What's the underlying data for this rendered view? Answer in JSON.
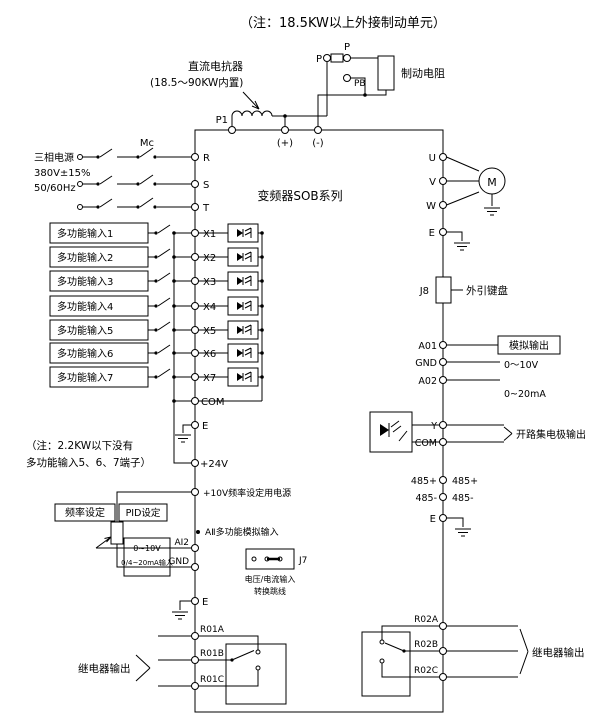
{
  "notes": {
    "top": "（注：18.5KW以上外接制动单元）",
    "io_note_1": "（注：2.2KW以下没有",
    "io_note_2": "多功能输入5、6、7端子）"
  },
  "inverter": {
    "title": "变频器SOB系列"
  },
  "top_section": {
    "dc_reactor_1": "直流电抗器",
    "dc_reactor_2": "(18.5～90KW内置)",
    "p_left": "P",
    "p_right": "P",
    "pb": "PB",
    "brake_resistor": "制动电阻",
    "p1": "P1",
    "plus": "(+)",
    "minus": "(-)"
  },
  "power_input": {
    "line1": "三相电源",
    "line2": "380V±15%",
    "line3": "50/60Hz",
    "contactor": "Mc",
    "r": "R",
    "s": "S",
    "t": "T"
  },
  "digital_inputs": {
    "labels": [
      "多功能输入1",
      "多功能输入2",
      "多功能输入3",
      "多功能输入4",
      "多功能输入5",
      "多功能输入6",
      "多功能输入7"
    ],
    "terminals": [
      "X1",
      "X2",
      "X3",
      "X4",
      "X5",
      "X6",
      "X7"
    ],
    "com": "COM",
    "e": "E",
    "p24": "+24V"
  },
  "analog_input": {
    "p10v": "+10V频率设定用电源",
    "freq_box": "频率设定",
    "pid_box": "PID设定",
    "aii": "AⅡ多功能模拟输入",
    "ai2": "AI2",
    "gnd": "GND",
    "range1": "0~10V",
    "range2": "0/4~20mA输入",
    "j7": "J7",
    "jumper_note_1": "电压/电流输入",
    "jumper_note_2": "转换跳线",
    "e": "E"
  },
  "relay1": {
    "a": "R01A",
    "b": "R01B",
    "c": "R01C",
    "label": "继电器输出"
  },
  "motor_output": {
    "u": "U",
    "v": "V",
    "w": "W",
    "motor": "M",
    "e": "E"
  },
  "keypad": {
    "j8": "J8",
    "label": "外引键盘"
  },
  "analog_output": {
    "a01": "A01",
    "gnd": "GND",
    "a02": "A02",
    "label": "模拟输出",
    "range1": "0～10V",
    "range2": "0~20mA"
  },
  "open_collector": {
    "y": "Y",
    "com": "COM",
    "label": "开路集电极输出"
  },
  "rs485": {
    "pos_in": "485+",
    "pos_out": "485+",
    "neg_in": "485-",
    "neg_out": "485-",
    "e": "E"
  },
  "relay2": {
    "a": "R02A",
    "b": "R02B",
    "c": "R02C",
    "label": "继电器输出"
  }
}
